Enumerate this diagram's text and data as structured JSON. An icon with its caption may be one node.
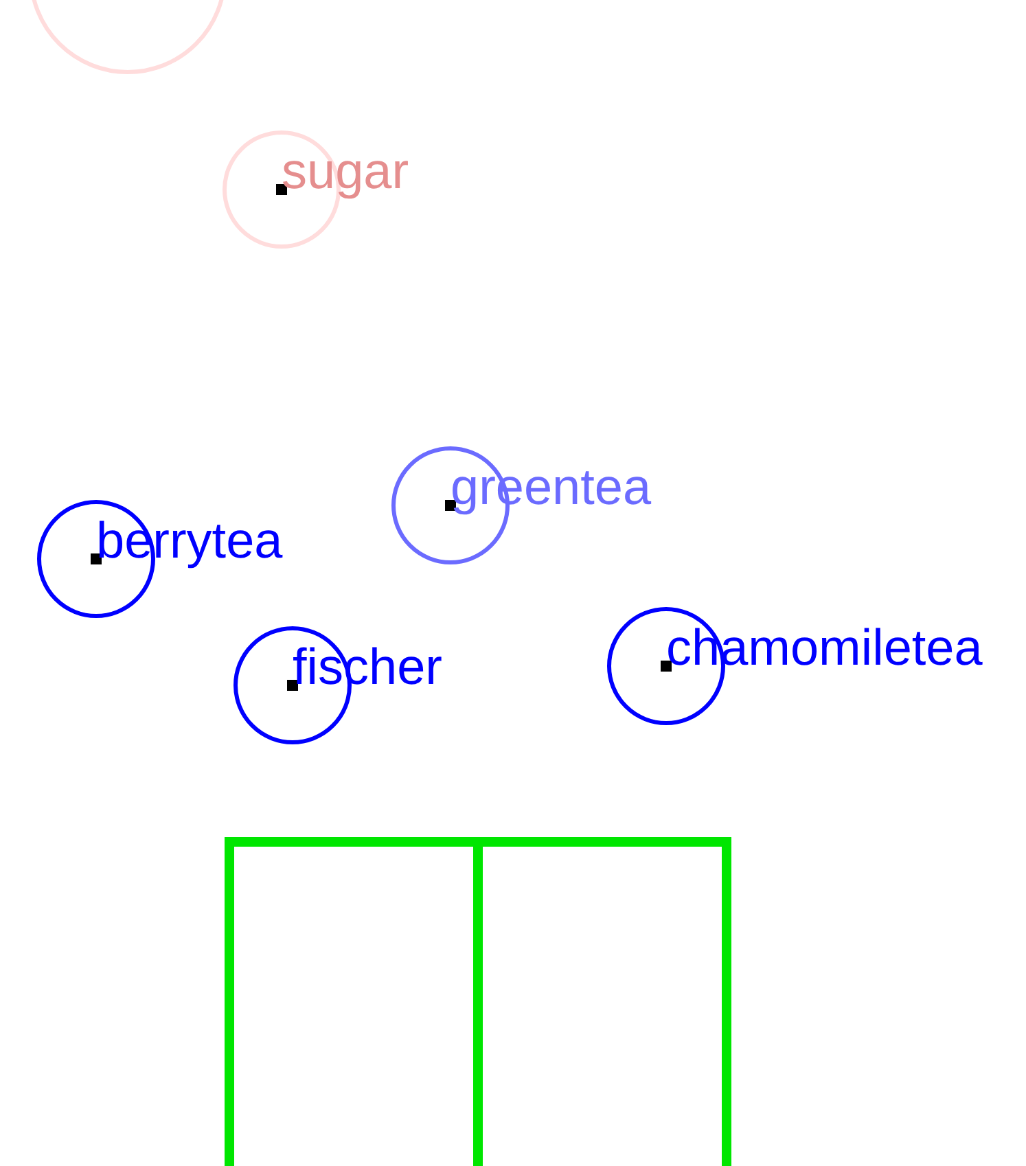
{
  "diagram": {
    "nodes": [
      {
        "text": [],
        "shape": "circle"
      },
      {
        "text": [
          "sugar"
        ]
      },
      {
        "text": [
          "greentea"
        ]
      },
      {
        "text": [
          "berrytea"
        ]
      },
      {
        "text": [
          "fischer"
        ]
      },
      {
        "text": [
          "chamomiletea"
        ]
      }
    ]
  }
}
